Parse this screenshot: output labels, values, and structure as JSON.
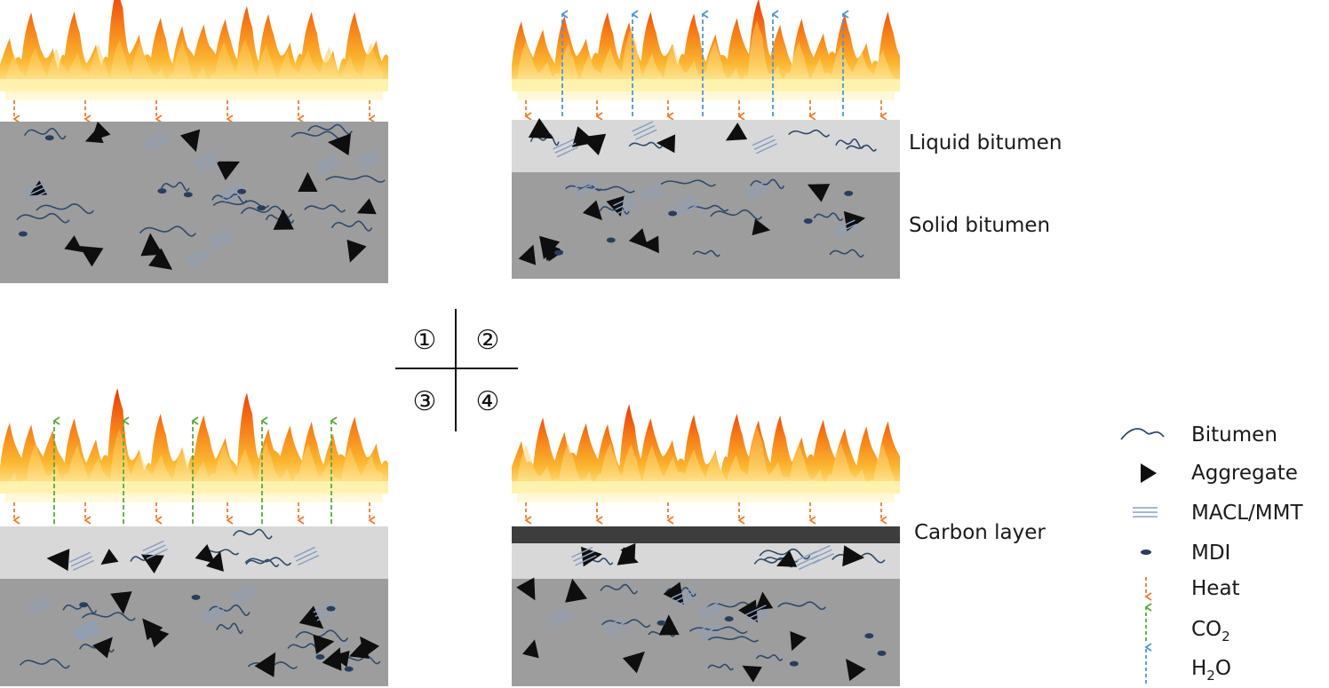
{
  "quadrants": [
    "①",
    "②",
    "③",
    "④"
  ],
  "layer_labels": {
    "liquid": "Liquid bitumen",
    "solid": "Solid bitumen",
    "carbon": "Carbon layer"
  },
  "legend": [
    {
      "key": "bitumen",
      "label": "Bitumen"
    },
    {
      "key": "aggregate",
      "label": "Aggregate"
    },
    {
      "key": "macl",
      "label": "MACL/MMT"
    },
    {
      "key": "mdi",
      "label": "MDI"
    },
    {
      "key": "heat",
      "label": "Heat"
    },
    {
      "key": "co2",
      "label": "CO",
      "sub": "2"
    },
    {
      "key": "h2o",
      "label": "H",
      "sub": "2",
      "tail": "O"
    }
  ],
  "colors": {
    "solid_layer": "#9d9d9d",
    "liquid_layer": "#d8d8d8",
    "carbon_layer": "#3d3d3d",
    "bitumen": "#2f4a6b",
    "aggregate": "#0e0e0e",
    "macl": "#8aa0c2",
    "mdi": "#2a3e5c",
    "heat": "#f07a2a",
    "co2": "#5aa83c",
    "h2o": "#4f95d8"
  }
}
